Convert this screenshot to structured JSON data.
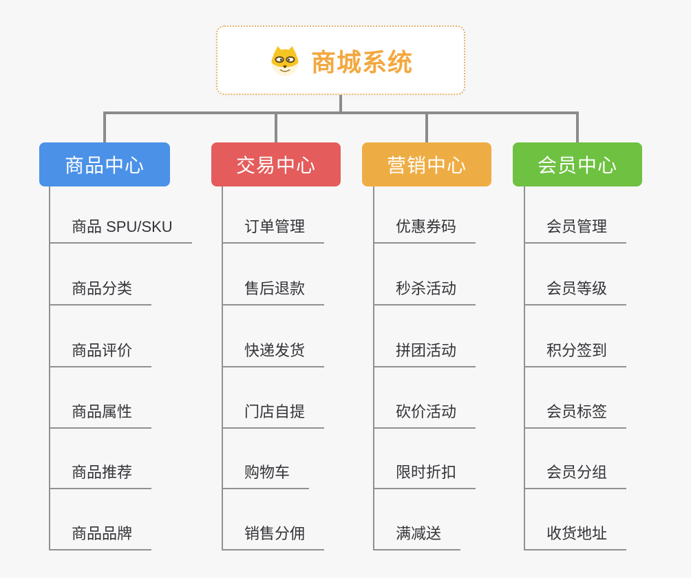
{
  "root": {
    "title": "商城系统",
    "title_color": "#f2a840",
    "border_color": "#e5b168",
    "icon": "doge-face-icon"
  },
  "connector_color": "#8b8b8b",
  "background_color": "#f7f7f7",
  "branches": [
    {
      "label": "商品中心",
      "color": "#4b91e7",
      "children": [
        "商品 SPU/SKU",
        "商品分类",
        "商品评价",
        "商品属性",
        "商品推荐",
        "商品品牌"
      ]
    },
    {
      "label": "交易中心",
      "color": "#e45c5c",
      "children": [
        "订单管理",
        "售后退款",
        "快递发货",
        "门店自提",
        "购物车",
        "销售分佣"
      ]
    },
    {
      "label": "营销中心",
      "color": "#eead44",
      "children": [
        "优惠券码",
        "秒杀活动",
        "拼团活动",
        "砍价活动",
        "限时折扣",
        "满减送"
      ]
    },
    {
      "label": "会员中心",
      "color": "#6ec141",
      "children": [
        "会员管理",
        "会员等级",
        "积分签到",
        "会员标签",
        "会员分组",
        "收货地址"
      ]
    }
  ]
}
